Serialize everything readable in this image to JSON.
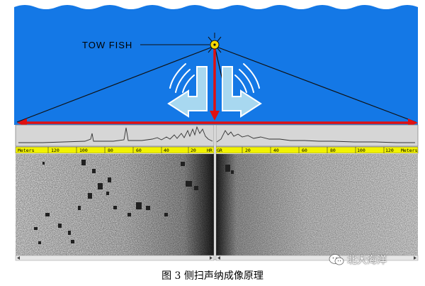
{
  "diagram": {
    "tow_fish_label": "TOW FISH",
    "scale_port_ticks": [
      "Meters",
      "120",
      "100",
      "80",
      "60",
      "40",
      "20",
      "HR"
    ],
    "scale_stbd_ticks": [
      "GR",
      "20",
      "40",
      "60",
      "80",
      "100",
      "120",
      "Meters"
    ]
  },
  "caption": "图 3  侧扫声纳成像原理",
  "watermark": {
    "text": "北大海洋",
    "icon": "wechat-icon"
  },
  "colors": {
    "water": "#1478e6",
    "beam_arrow": "#e01010",
    "sonar_arrow_fill": "#a8d8f0",
    "scale_bar": "#f2f200",
    "tow_fish": "#f5d800"
  }
}
